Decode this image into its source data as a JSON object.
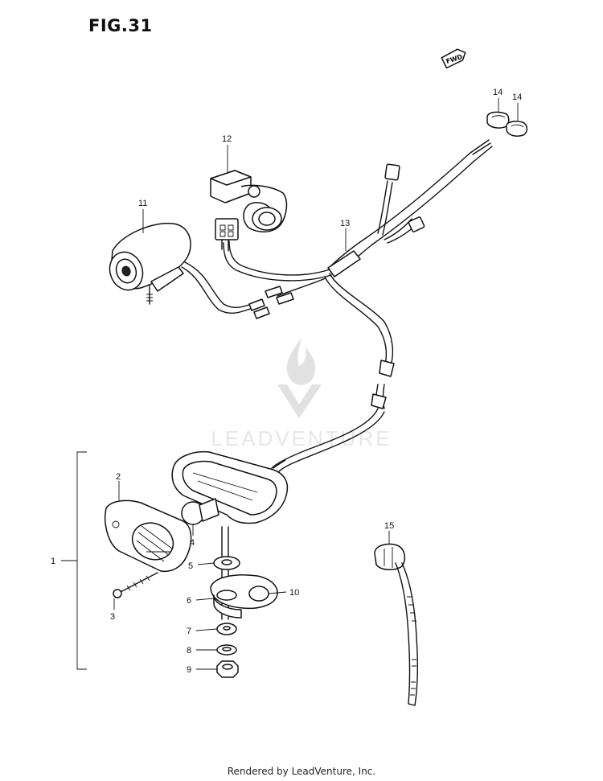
{
  "figure": {
    "title": "FIG.31"
  },
  "fwd_badge": "FWD",
  "watermark": "LEADVENTURE",
  "footer": "Rendered by LeadVenture, Inc.",
  "callouts": {
    "c1": "1",
    "c2": "2",
    "c3": "3",
    "c4": "4",
    "c5": "5",
    "c6": "6",
    "c7": "7",
    "c8": "8",
    "c9": "9",
    "c10": "10",
    "c11": "11",
    "c12": "12",
    "c13": "13",
    "c14a": "14",
    "c14b": "14",
    "c15": "15"
  }
}
